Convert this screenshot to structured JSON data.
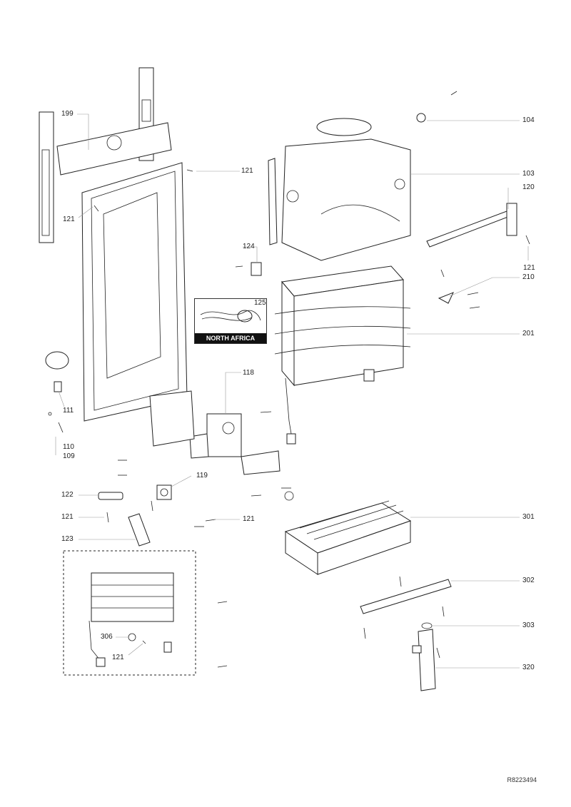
{
  "labels": {
    "p199": "199",
    "p121_a": "121",
    "p121_b": "121",
    "p104": "104",
    "p103": "103",
    "p120": "120",
    "p121_c": "121",
    "p210": "210",
    "p124": "124",
    "p125": "125",
    "p201": "201",
    "p118": "118",
    "p111": "111",
    "p110": "110",
    "p109": "109",
    "p119": "119",
    "p122": "122",
    "p121_d": "121",
    "p121_e": "121",
    "p123": "123",
    "p301": "301",
    "p302": "302",
    "p303": "303",
    "p306": "306",
    "p121_f": "121",
    "p320": "320"
  },
  "inset": {
    "banner": "NORTH AFRICA"
  },
  "reference": "R8223494"
}
